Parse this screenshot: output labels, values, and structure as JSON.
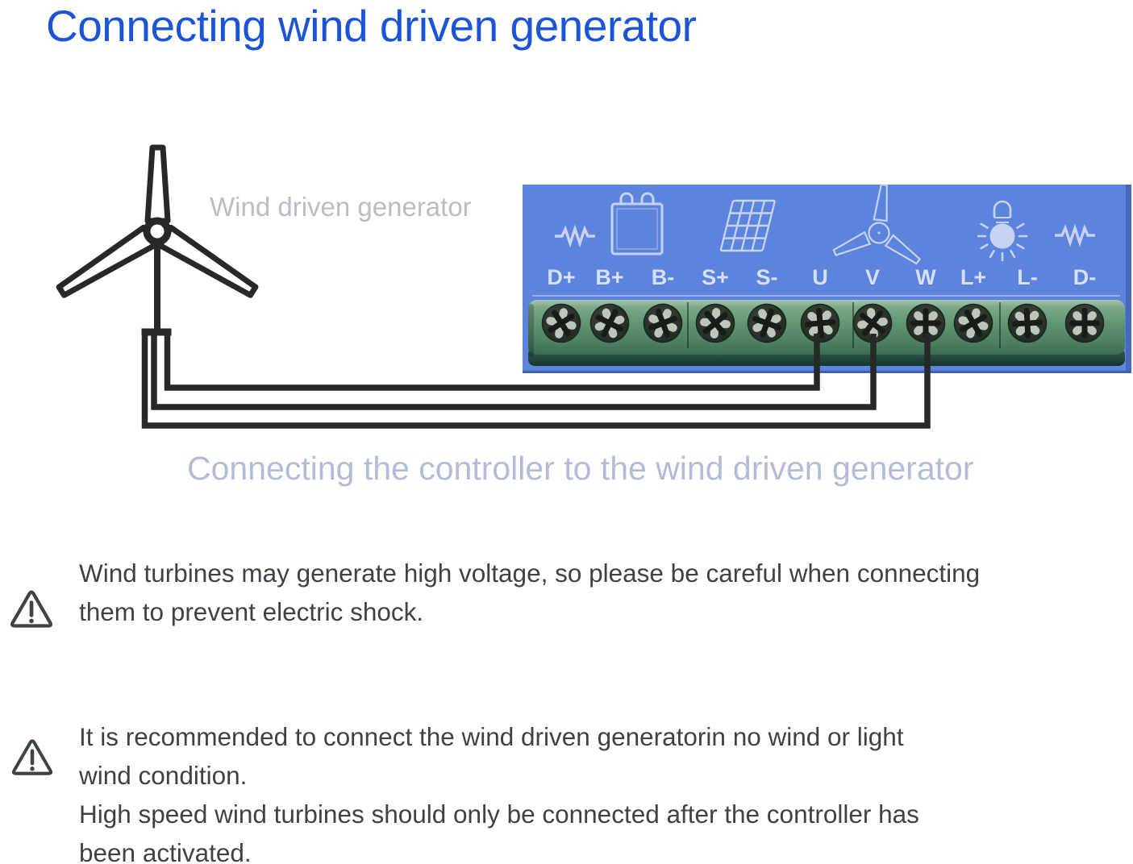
{
  "page": {
    "title": "Connecting wind driven generator",
    "title_color": "#1b54d6",
    "background_color": "#ffffff"
  },
  "turbine": {
    "label": "Wind driven generator",
    "label_color": "#b9bdc4",
    "line_color": "#26282a"
  },
  "controller": {
    "panel_color": "#5d84dc",
    "terminal_strip_color": "#5e9270",
    "label_color": "#d6e0f8",
    "terminal_labels": [
      "D+",
      "B+",
      "B-",
      "S+",
      "S-",
      "U",
      "V",
      "W",
      "L+",
      "L-",
      "D-"
    ],
    "icons": [
      "resistor-icon",
      "battery-icon",
      "solar-panel-icon",
      "wind-turbine-icon",
      "lamp-icon",
      "resistor-icon"
    ]
  },
  "wiring": {
    "connected_terminals": [
      "U",
      "V",
      "W"
    ],
    "wire_color": "#26282a"
  },
  "caption": {
    "text": "Connecting the controller to the wind driven generator",
    "color": "#b2bcd6"
  },
  "warnings": [
    {
      "lines": [
        "Wind turbines may generate high voltage, so please be careful when connecting",
        "them to prevent electric shock."
      ]
    },
    {
      "lines": [
        "It is recommended to connect the wind driven generatorin no wind or light",
        "wind condition.",
        "High speed wind turbines should only be connected after the controller has",
        "been activated."
      ]
    }
  ]
}
